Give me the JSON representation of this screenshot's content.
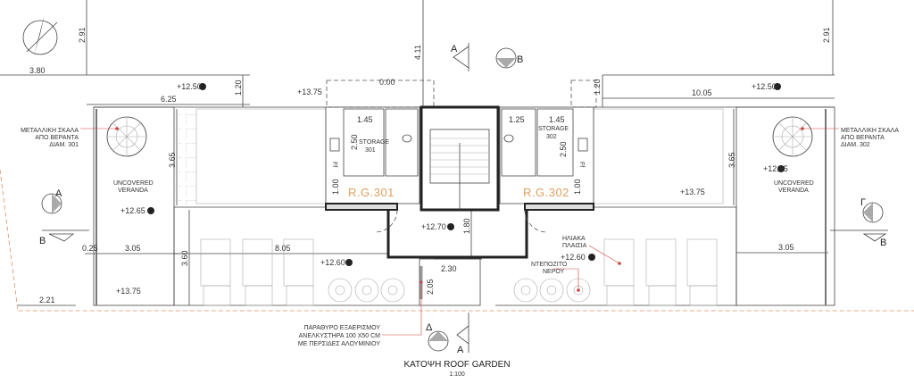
{
  "drawing": {
    "title": "ΚΑΤΟΨΗ ROOF GARDEN",
    "scale": "1:100",
    "dimensions": {
      "top_left_height": "2.91",
      "top_right_height": "2.91",
      "left_offset": "3.80",
      "core_height": "4.11",
      "dashed_box": "0.00",
      "left_setback": "1.20",
      "right_setback": "1.20",
      "left_width": "6.25",
      "right_width": "10.05",
      "storage301_width": "1.45",
      "wc302_width": "1.25",
      "storage302_width": "1.45",
      "storage301_depth": "2.50",
      "storage302_depth": "2.50",
      "left_pergola_depth": "3.65",
      "right_pergola_depth": "3.65",
      "left_entry": "1.00",
      "right_entry": "1.00",
      "core_lower": "1.80",
      "left_edge": "0.25",
      "left_veranda_width": "3.05",
      "roof_width": "8.05",
      "right_veranda_width": "3.05",
      "roof_depth": "3.60",
      "lift_width": "2.30",
      "lift_depth": "2.05",
      "bottom_left": "2.21"
    },
    "levels": {
      "top_left": "+12.50",
      "top_right": "+12.50",
      "parapet_top": "+13.75",
      "parapet_right": "+13.75",
      "parapet_bottom": "+13.75",
      "veranda_left": "+12.65",
      "veranda_right": "+12.65",
      "core": "+12.70",
      "roof_left": "+12.60",
      "roof_right": "+12.60"
    },
    "rooms": {
      "storage301": [
        "STORAGE",
        "301"
      ],
      "storage302": [
        "STORAGE",
        "302"
      ],
      "rg301": "R.G.301",
      "rg302": "R.G.302",
      "veranda_left": [
        "UNCOVERED",
        "VERANDA"
      ],
      "veranda_right": [
        "UNCOVERED",
        "VERANDA"
      ],
      "fridge_left": "Ff",
      "fridge_right": "Ff"
    },
    "notes": {
      "stair_left": [
        "ΜΕΤΑΛΛΙΚΗ ΣΚΑΛΑ",
        "ΑΠΟ ΒΕΡΑΝΤΑ",
        "ΔΙΑΜ. 301"
      ],
      "stair_right": [
        "ΜΕΤΑΛΛΙΚΗ ΣΚΑΛΑ",
        "ΑΠΟ ΒΕΡΑΝΤΑ",
        "ΔΙΑΜ. 302"
      ],
      "solar": [
        "ΗΛΙΑΚΑ",
        "ΠΛΑΙΣΙΑ"
      ],
      "tank": [
        "ΝΤΕΠΟΖΙΤΟ",
        "ΝΕΡΟΥ"
      ],
      "window": [
        "ΠΑΡΑΘΥΡΟ ΕΞΑΕΡΙΣΜΟΥ",
        "ΑΝΕΛΚΥΣΤΗΡΑ 100 X50 CM",
        "ΜΕ ΠΕΡΣΙΔΕΣ ΑΛΟΥΜΙΝΙΟΥ"
      ]
    },
    "section_marks": {
      "a_top": "A",
      "b_top": "B",
      "a_left": "A",
      "b_left": "B",
      "g_right": "Γ",
      "b_right": "B",
      "d_bottom": "Δ",
      "a_bottom": "A"
    },
    "colors": {
      "accent": "#e0a060",
      "leader": "#d04040",
      "boundary": "#e0906a"
    }
  }
}
